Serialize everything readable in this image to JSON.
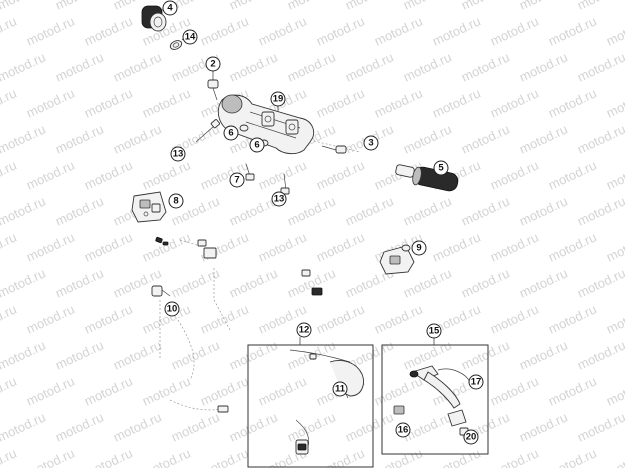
{
  "watermark": {
    "text": "motod.ru",
    "color": "#d4d4d4"
  },
  "callouts": [
    {
      "label": "4"
    },
    {
      "label": "14"
    },
    {
      "label": "2"
    },
    {
      "label": "19"
    },
    {
      "label": "6"
    },
    {
      "label": "6"
    },
    {
      "label": "13"
    },
    {
      "label": "7"
    },
    {
      "label": "13"
    },
    {
      "label": "3"
    },
    {
      "label": "5"
    },
    {
      "label": "8"
    },
    {
      "label": "9"
    },
    {
      "label": "10"
    },
    {
      "label": "12"
    },
    {
      "label": "11"
    },
    {
      "label": "15"
    },
    {
      "label": "17"
    },
    {
      "label": "16"
    },
    {
      "label": "20"
    }
  ],
  "icons": {
    "callout": "numbered-circle-icon"
  }
}
